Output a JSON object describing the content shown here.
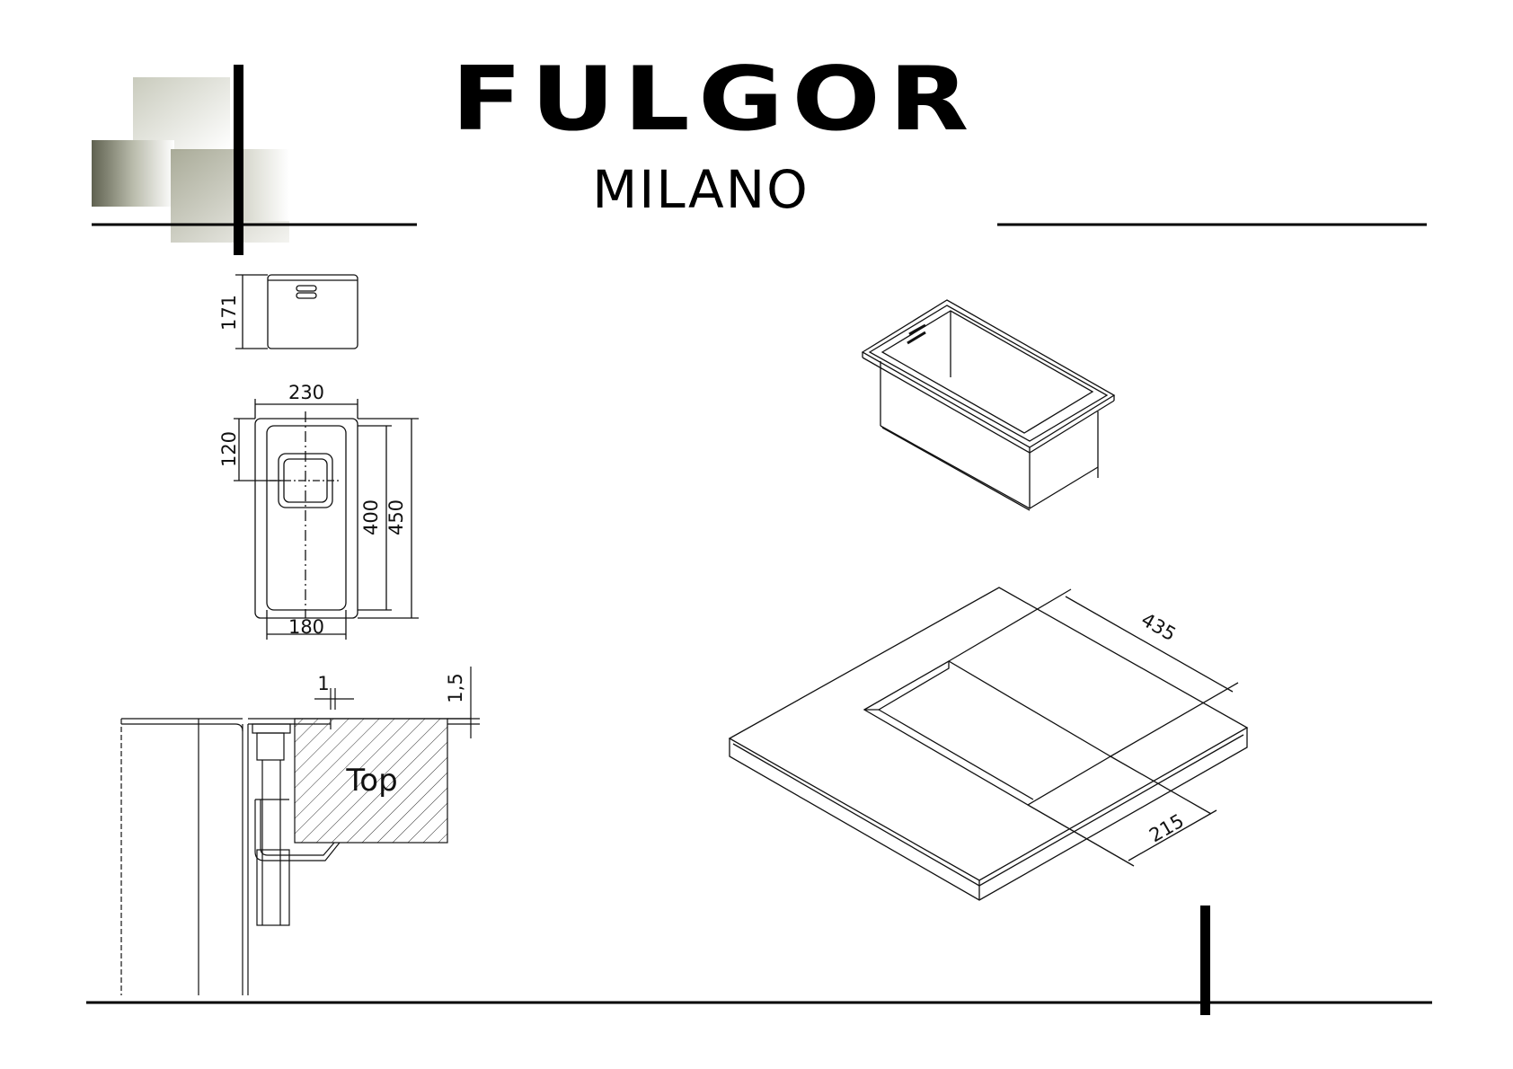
{
  "header": {
    "brand": "FULGOR",
    "city": "MILANO"
  },
  "top_view": {
    "depth": "171"
  },
  "plan_view": {
    "outer_width": "230",
    "inner_width": "180",
    "drain_offset": "120",
    "inner_length": "400",
    "outer_length": "450"
  },
  "section_view": {
    "gap": "1",
    "rim": "1,5",
    "top_label": "Top"
  },
  "cutout_view": {
    "length": "435",
    "width": "215"
  },
  "colors": {
    "line": "#111111",
    "frame_bar": "#000000",
    "hatch": "#333333"
  }
}
